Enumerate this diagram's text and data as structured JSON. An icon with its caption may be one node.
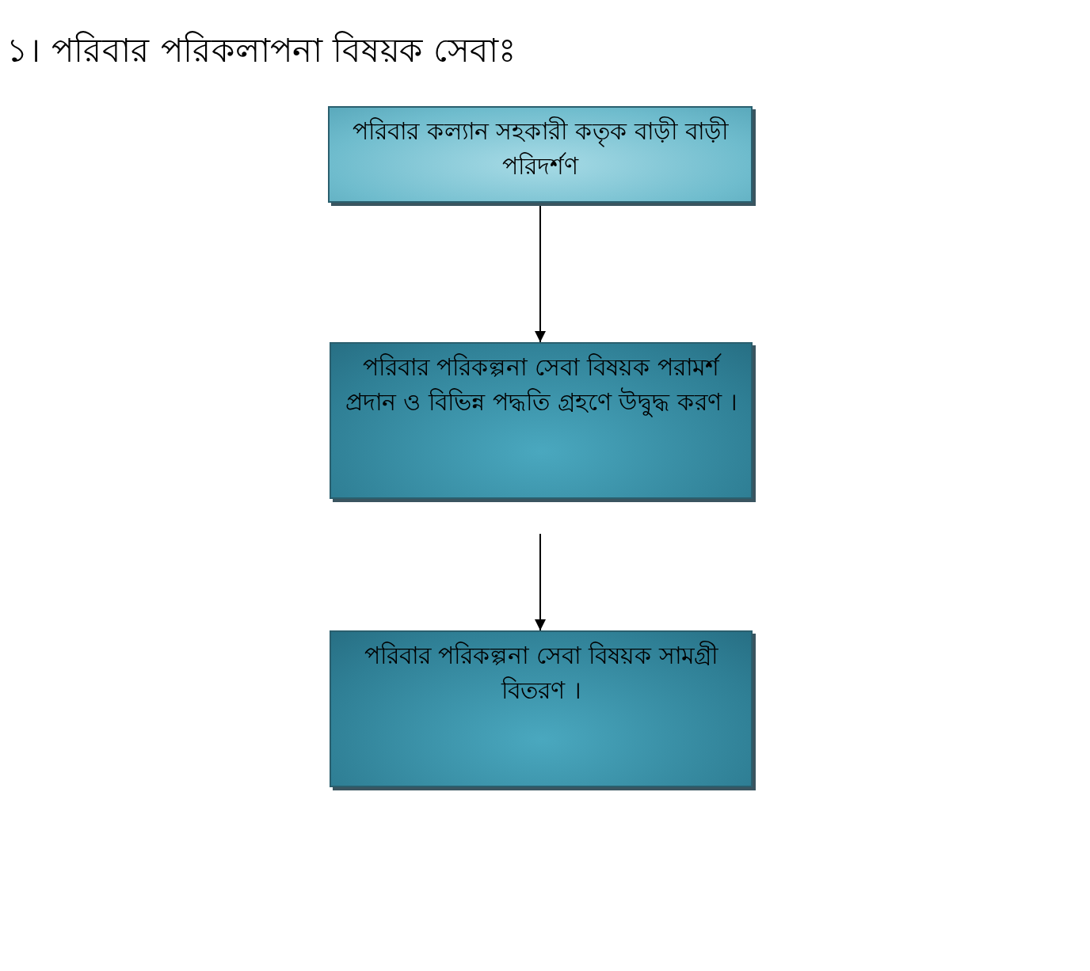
{
  "diagram": {
    "title": "১। পরিবার পরিকলাপনা বিষয়ক সেবাঃ",
    "nodes": [
      {
        "text": [
          "পরিবার কল্যান সহকারী কতৃক বাড়ী বাড়ী পরিদর্শণ"
        ]
      },
      {
        "text": [
          "পরিবার পরিকল্পনা সেবা বিষয়ক পরামর্শ প্রদান ও বিভিন্ন পদ্ধতি গ্রহণে উদ্বুদ্ধ করণ ।"
        ]
      },
      {
        "text": [
          "পরিবার পরিকল্পনা সেবা বিষয়ক সামগ্রী বিতরণ ।"
        ]
      }
    ],
    "edges": [
      {
        "from": 0,
        "to": 1,
        "arrow": "to"
      },
      {
        "from": 1,
        "to": 2,
        "arrow": "to"
      }
    ]
  }
}
